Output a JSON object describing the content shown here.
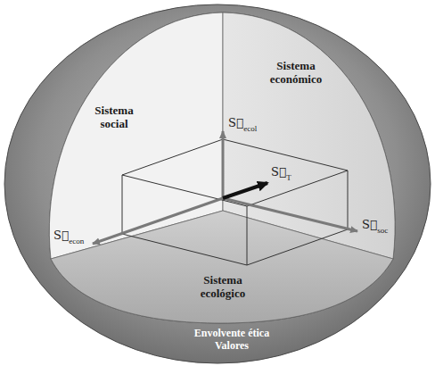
{
  "diagram": {
    "nodes": [
      {
        "text": [
          "Envolvente ética",
          "Valores"
        ]
      }
    ],
    "labels": [
      "Sistema social",
      "Sistema económico",
      "S⃗",
      "ecol",
      "S⃗",
      "T",
      "S⃗",
      "econ",
      "S⃗",
      "soc",
      "Sistema ecológico"
    ]
  }
}
